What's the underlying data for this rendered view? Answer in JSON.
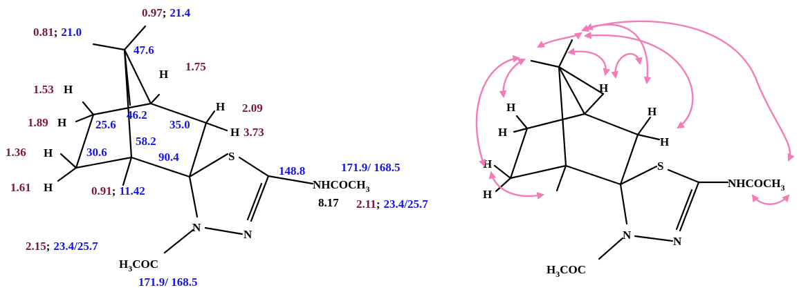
{
  "colors": {
    "proton": "#7a1540",
    "carbon": "#1414e6",
    "atom": "#000000",
    "noe": "#f37bb8"
  },
  "left": {
    "atoms": {
      "S": "S",
      "N1": "N",
      "N2": "N",
      "NHCOCH3": "NHCOCH",
      "sub3": "3",
      "H3COC_H": "H",
      "H3COC_3": "3",
      "H3COC_rest": "COC"
    },
    "h_labels": [
      "H",
      "H",
      "H",
      "H",
      "H",
      "H",
      "H"
    ],
    "values": {
      "c1_h": "0.97",
      "c1_c": "21.4",
      "c2_h": "0.81",
      "c2_c": "21.0",
      "c7": "47.6",
      "h1": "1.75",
      "h2": "1.53",
      "h3": "2.09",
      "h4": "1.89",
      "c46": "46.2",
      "c256": "25.6",
      "c350": "35.0",
      "h5": "3.73",
      "c582": "58.2",
      "c904": "90.4",
      "h6": "1.36",
      "c306": "30.6",
      "c1488": "148.8",
      "co_nh": "171.9/ 168.5",
      "h7": "1.61",
      "me_h": "0.91",
      "me_c": "11.42",
      "nh": "8.17",
      "ac_h": "2.11",
      "ac_c": "23.4/25.7",
      "ac2_h": "2.15",
      "ac2_c": "23.4/25.7",
      "co_n": "171.9/ 168.5"
    },
    "sep": ";"
  },
  "right": {
    "atoms": {
      "S": "S",
      "N1": "N",
      "N2": "N",
      "NHCOCH3": "NHCOCH",
      "sub3": "3",
      "H3COC_H": "H",
      "H3COC_3": "3",
      "H3COC_rest": "COC"
    },
    "h_labels": [
      "H",
      "H",
      "H",
      "H",
      "H",
      "H",
      "H"
    ]
  }
}
